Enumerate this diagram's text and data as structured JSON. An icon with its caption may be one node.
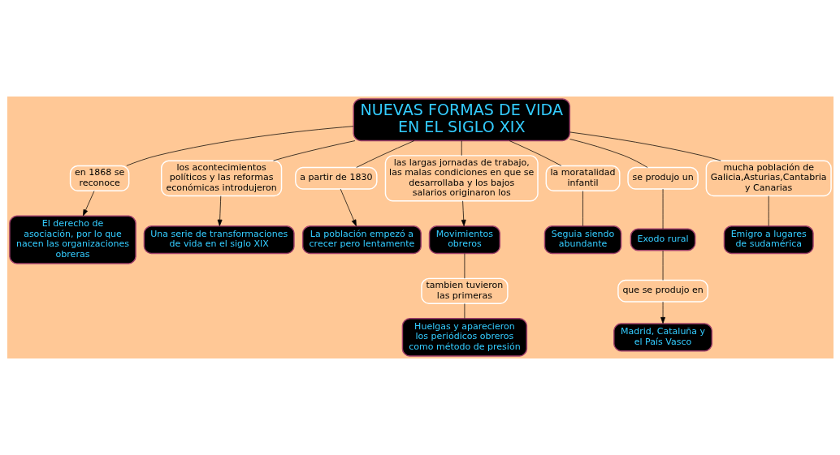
{
  "diagram": {
    "nodes": [
      {
        "text": [
          "NUEVAS FORMAS DE VIDA EN EL SIGLO XIX"
        ]
      },
      {
        "text": [
          "El derecho de asociación, por lo que nacen las organizaciones obreras"
        ]
      },
      {
        "text": [
          "Una serie de transformaciones de vida en el siglo XIX"
        ]
      },
      {
        "text": [
          "Huelgas y aparecieron los periódicos obreros como método de presión"
        ]
      },
      {
        "text": [
          "La población empezó a crecer pero lentamente"
        ]
      },
      {
        "text": [
          "en 1868 se reconoce"
        ]
      },
      {
        "text": [
          "los acontecimientos políticos y las reformas económicas introdujeron"
        ]
      },
      {
        "text": [
          "a partir de 1830"
        ]
      },
      {
        "text": [
          "tambien tuvieron las primeras"
        ]
      },
      {
        "text": [
          "Movimientos obreros"
        ]
      },
      {
        "text": [
          "las largas jornadas de trabajo, las malas condiciones en que se desarrollaba y los bajos salarios originaron los"
        ]
      },
      {
        "text": [
          "la moratalidad infantil"
        ]
      },
      {
        "text": [
          "se produjo un"
        ]
      },
      {
        "text": [
          "mucha población de Galicia,Asturias,Cantabria y Canarias"
        ]
      },
      {
        "text": [
          "Exodo rural"
        ]
      },
      {
        "text": [
          "Seguia siendo abundante"
        ]
      },
      {
        "text": [
          "Emigro a lugares de sudamérica"
        ]
      },
      {
        "text": [
          "que se produjo en"
        ]
      },
      {
        "text": [
          "Madrid, Cataluña y el País Vasco"
        ]
      }
    ],
    "edges": [
      {
        "from": 0,
        "to": 5,
        "arrow": "none"
      },
      {
        "from": 5,
        "to": 1,
        "arrow": "to"
      },
      {
        "from": 0,
        "to": 6,
        "arrow": "none"
      },
      {
        "from": 6,
        "to": 2,
        "arrow": "to"
      },
      {
        "from": 0,
        "to": 7,
        "arrow": "none"
      },
      {
        "from": 7,
        "to": 4,
        "arrow": "to"
      },
      {
        "from": 0,
        "to": 10,
        "arrow": "none"
      },
      {
        "from": 10,
        "to": 9,
        "arrow": "to"
      },
      {
        "from": 9,
        "to": 8,
        "arrow": "none"
      },
      {
        "from": 8,
        "to": 3,
        "arrow": "none"
      },
      {
        "from": 0,
        "to": 11,
        "arrow": "none"
      },
      {
        "from": 11,
        "to": 15,
        "arrow": "none"
      },
      {
        "from": 0,
        "to": 12,
        "arrow": "none"
      },
      {
        "from": 12,
        "to": 14,
        "arrow": "none"
      },
      {
        "from": 0,
        "to": 13,
        "arrow": "none"
      },
      {
        "from": 13,
        "to": 16,
        "arrow": "none"
      },
      {
        "from": 14,
        "to": 17,
        "arrow": "none"
      },
      {
        "from": 17,
        "to": 18,
        "arrow": "to"
      }
    ]
  }
}
